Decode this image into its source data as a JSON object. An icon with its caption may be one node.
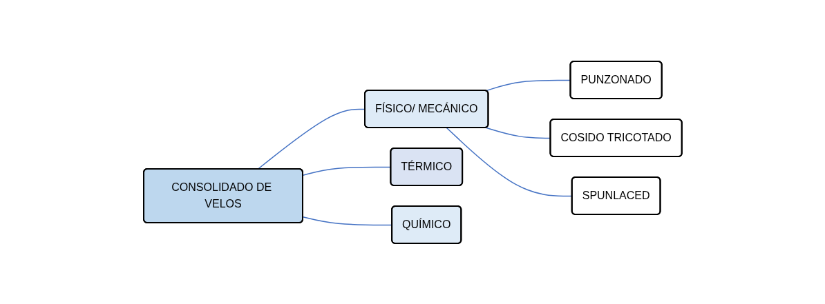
{
  "diagram": {
    "nodes": [
      {
        "text": [
          "CONSOLIDADO DE VELOS"
        ]
      },
      {
        "text": [
          "FÍSICO/ MECÁNICO"
        ]
      },
      {
        "text": [
          "TÉRMICO"
        ]
      },
      {
        "text": [
          "QUÍMICO"
        ]
      },
      {
        "text": [
          "PUNZONADO"
        ]
      },
      {
        "text": [
          "COSIDO TRICOTADO"
        ]
      },
      {
        "text": [
          "SPUNLACED"
        ]
      }
    ],
    "edges": [
      {
        "from": 0,
        "to": 1,
        "arrow": "none"
      },
      {
        "from": 0,
        "to": 2,
        "arrow": "none"
      },
      {
        "from": 0,
        "to": 3,
        "arrow": "none"
      },
      {
        "from": 1,
        "to": 4,
        "arrow": "none"
      },
      {
        "from": 1,
        "to": 5,
        "arrow": "none"
      },
      {
        "from": 1,
        "to": 6,
        "arrow": "none"
      }
    ]
  }
}
